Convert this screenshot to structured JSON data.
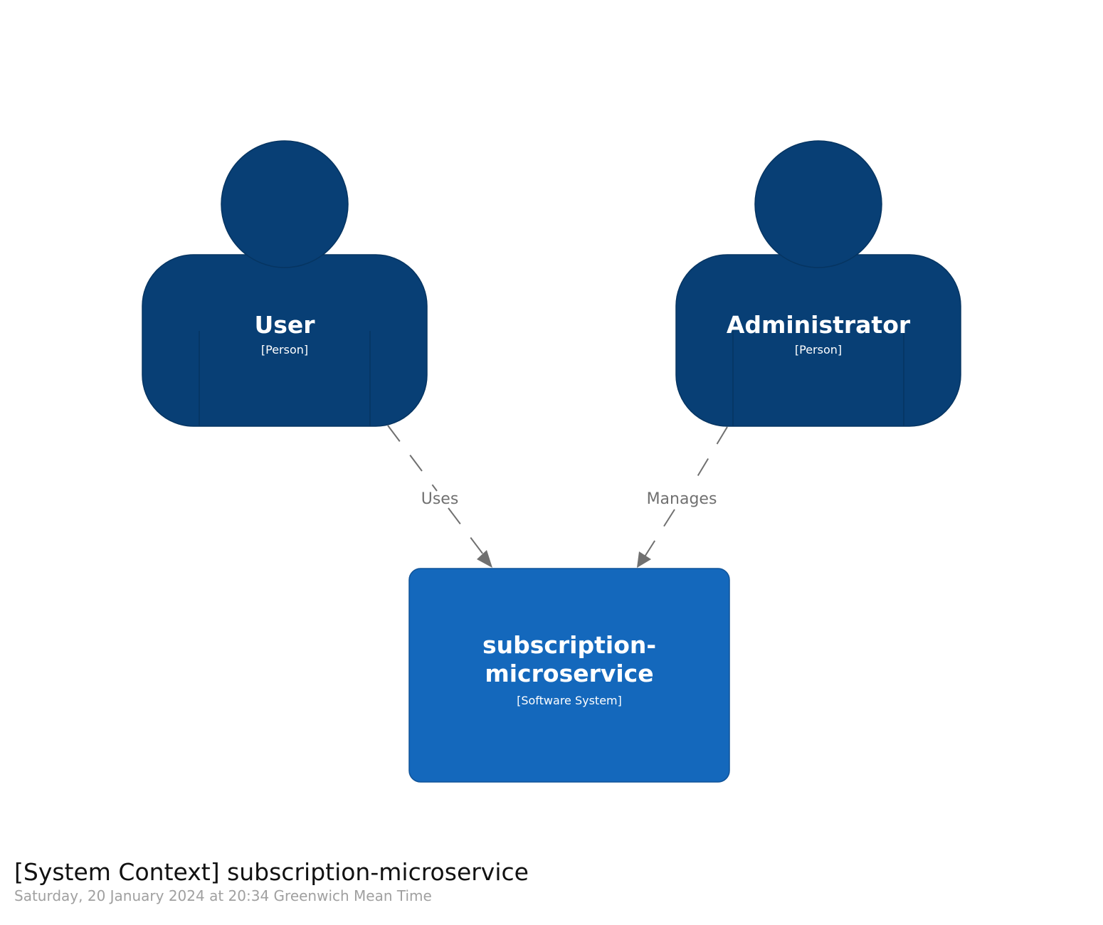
{
  "diagram": {
    "title": "[System Context] subscription-microservice",
    "date": "Saturday, 20 January 2024 at 20:34 Greenwich Mean Time",
    "colors": {
      "person": "#083f75",
      "person_border": "#063562",
      "system": "#1468bc",
      "system_border": "#0f5399",
      "edge": "#707070"
    },
    "nodes": {
      "user": {
        "name": "User",
        "type": "[Person]",
        "icon": "person-icon"
      },
      "administrator": {
        "name": "Administrator",
        "type": "[Person]",
        "icon": "person-icon"
      },
      "system": {
        "name_line1": "subscription-",
        "name_line2": "microservice",
        "type": "[Software System]"
      }
    },
    "edges": {
      "uses": {
        "label": "Uses",
        "from": "User",
        "to": "subscription-microservice"
      },
      "manages": {
        "label": "Manages",
        "from": "Administrator",
        "to": "subscription-microservice"
      }
    }
  }
}
